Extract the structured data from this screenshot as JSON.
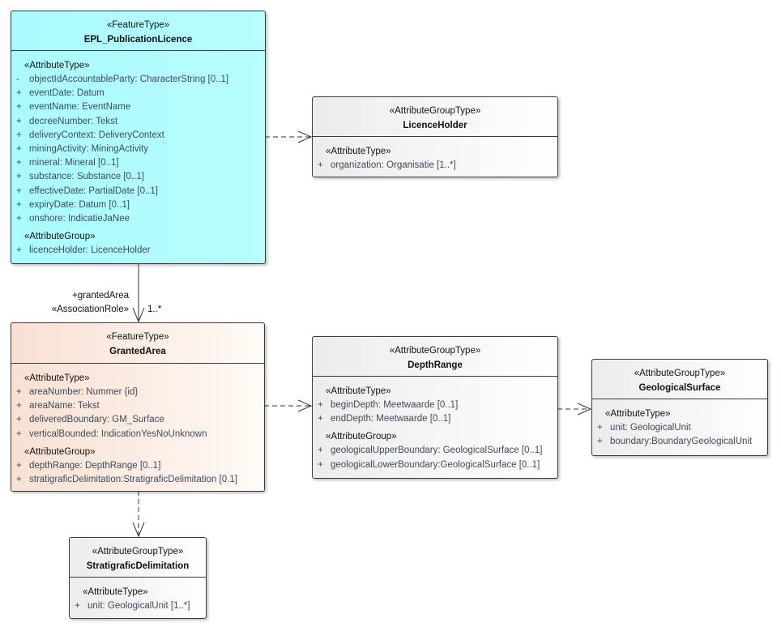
{
  "boxes": [
    {
      "id": "epl",
      "theme": "cyan",
      "stereotype": "«FeatureType»",
      "name": "EPL_PublicationLicence",
      "groups": [
        {
          "label": "«AttributeType»",
          "attributes": [
            {
              "vis": "-",
              "text": "objectIdAccountableParty: CharacterString [0..1]"
            },
            {
              "vis": "+",
              "text": "eventDate: Datum"
            },
            {
              "vis": "+",
              "text": "eventName: EventName"
            },
            {
              "vis": "+",
              "text": "decreeNumber: Tekst"
            },
            {
              "vis": "+",
              "text": "deliveryContext: DeliveryContext"
            },
            {
              "vis": "+",
              "text": "miningActivity: MiningActivity"
            },
            {
              "vis": "+",
              "text": "mineral: Mineral [0..1]"
            },
            {
              "vis": "+",
              "text": "substance: Substance [0..1]"
            },
            {
              "vis": "+",
              "text": "effectiveDate: PartialDate [0..1]"
            },
            {
              "vis": "+",
              "text": "expiryDate: Datum [0..1]"
            },
            {
              "vis": "+",
              "text": "onshore: IndicatieJaNee"
            }
          ]
        },
        {
          "label": "«AttributeGroup»",
          "attributes": [
            {
              "vis": "+",
              "text": "licenceHolder: LicenceHolder"
            }
          ]
        }
      ]
    },
    {
      "id": "licenceholder",
      "theme": "grey",
      "stereotype": "«AttributeGroupType»",
      "name": "LicenceHolder",
      "groups": [
        {
          "label": "«AttributeType»",
          "attributes": [
            {
              "vis": "+",
              "text": "organization: Organisatie [1..*]"
            }
          ]
        }
      ]
    },
    {
      "id": "grantedarea",
      "theme": "peach",
      "stereotype": "«FeatureType»",
      "name": "GrantedArea",
      "groups": [
        {
          "label": "«AttributeType»",
          "attributes": [
            {
              "vis": "+",
              "text": "areaNumber: Nummer {id}"
            },
            {
              "vis": "+",
              "text": "areaName: Tekst"
            },
            {
              "vis": "+",
              "text": "deliveredBoundary: GM_Surface"
            },
            {
              "vis": "+",
              "text": "verticalBounded: IndicationYesNoUnknown"
            }
          ]
        },
        {
          "label": "«AttributeGroup»",
          "attributes": [
            {
              "vis": "+",
              "text": "depthRange: DepthRange [0..1]"
            },
            {
              "vis": "+",
              "text": "stratigraficDelimitation:StratigraficDelimitation [0.1]"
            }
          ]
        }
      ]
    },
    {
      "id": "depthrange",
      "theme": "grey",
      "stereotype": "«AttributeGroupType»",
      "name": "DepthRange",
      "groups": [
        {
          "label": "«AttributeType»",
          "attributes": [
            {
              "vis": "+",
              "text": "beginDepth: Meetwaarde [0..1]"
            },
            {
              "vis": "+",
              "text": "endDepth: Meetwaarde [0..1]"
            }
          ]
        },
        {
          "label": "«AttributeGroup»",
          "attributes": [
            {
              "vis": "+",
              "text": "geologicalUpperBoundary: GeologicalSurface [0..1]"
            },
            {
              "vis": "+",
              "text": "geologicalLowerBoundary:GeologicalSurface [0..1]"
            }
          ]
        }
      ]
    },
    {
      "id": "geologicalsurface",
      "theme": "grey",
      "stereotype": "«AttributeGroupType»",
      "name": "GeologicalSurface",
      "groups": [
        {
          "label": "«AttributeType»",
          "attributes": [
            {
              "vis": "+",
              "text": "unit: GeologicalUnit"
            },
            {
              "vis": "+",
              "text": "boundary:BoundaryGeologicalUnit"
            }
          ]
        }
      ]
    },
    {
      "id": "stratigraficdelimitation",
      "theme": "grey",
      "stereotype": "«AttributeGroupType»",
      "name": "StratigraficDelimitation",
      "groups": [
        {
          "label": "«AttributeType»",
          "attributes": [
            {
              "vis": "+",
              "text": "unit: GeologicalUnit [1..*]"
            }
          ]
        }
      ]
    }
  ],
  "association": {
    "role": "+grantedArea",
    "stereotype": "«AssociationRole»",
    "multiplicity": "1..*"
  },
  "colors": {
    "featureType": "#b0fcff",
    "featureTypeGranted": "#f8e0d2",
    "groupType": "#f2f2f2",
    "line": "#333333"
  }
}
